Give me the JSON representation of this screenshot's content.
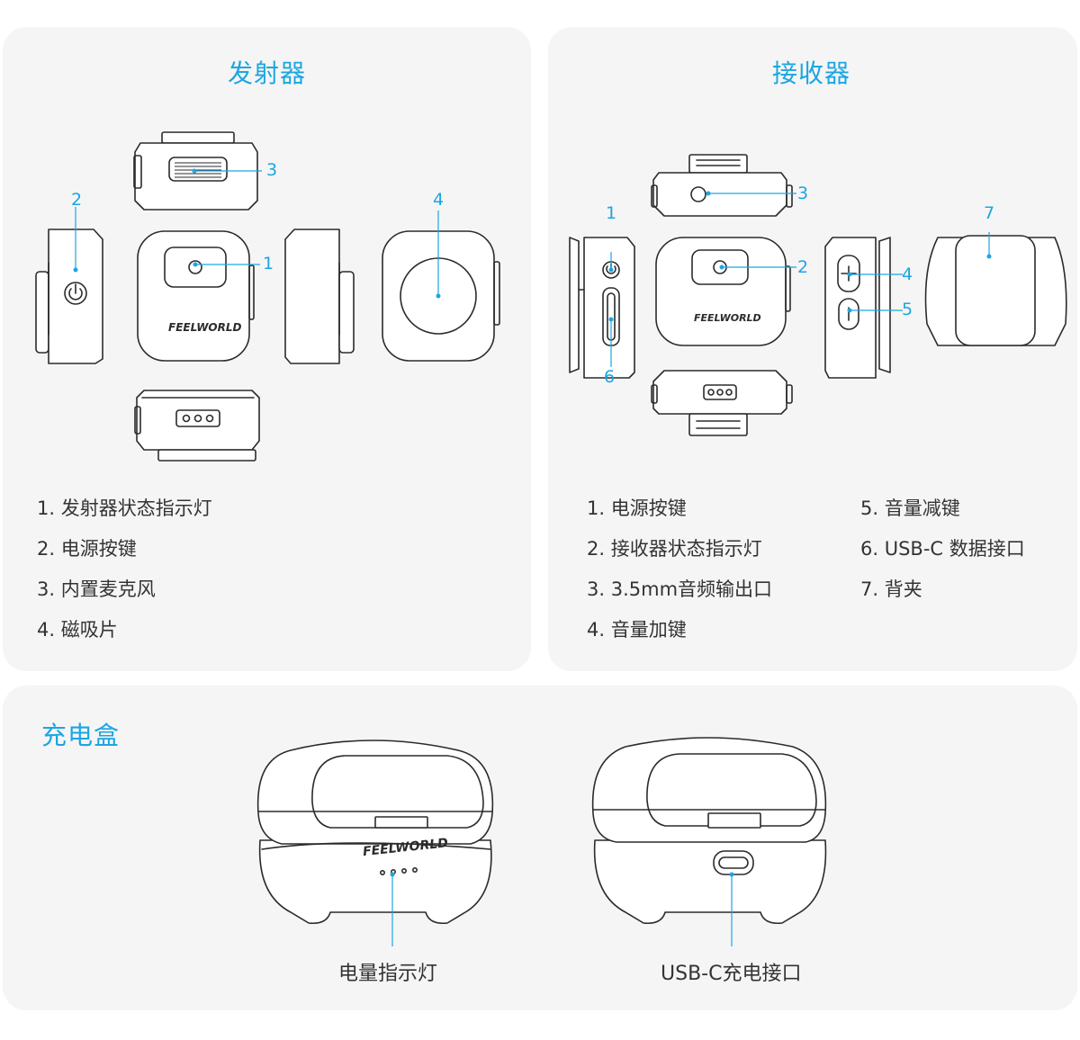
{
  "transmitter": {
    "title": "发射器",
    "brand": "FEELWORLD",
    "callouts": [
      "1",
      "2",
      "3",
      "4"
    ],
    "list": [
      "1. 发射器状态指示灯",
      "2. 电源按键",
      "3. 内置麦克风",
      "4. 磁吸片"
    ]
  },
  "receiver": {
    "title": "接收器",
    "brand": "FEELWORLD",
    "callouts": [
      "1",
      "2",
      "3",
      "4",
      "5",
      "6",
      "7"
    ],
    "list_left": [
      "1. 电源按键",
      "2. 接收器状态指示灯",
      "3. 3.5mm音频输出口",
      "4. 音量加键"
    ],
    "list_right": [
      "5. 音量减键",
      "6. USB-C 数据接口",
      "7. 背夹"
    ]
  },
  "charging_case": {
    "title": "充电盒",
    "brand": "FEELWORLD",
    "caption_left": "电量指示灯",
    "caption_right": "USB-C充电接口"
  },
  "colors": {
    "accent": "#1ba6e0",
    "panel_bg": "#f5f5f6",
    "text": "#333333"
  }
}
